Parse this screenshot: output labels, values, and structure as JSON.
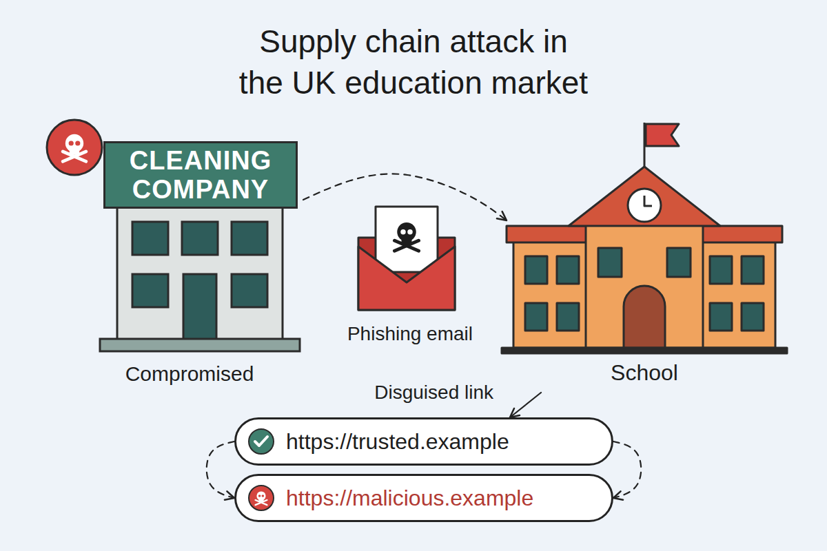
{
  "diagram": {
    "title": "Supply chain attack in the UK education market",
    "nodes": [
      {
        "text": [
          "CLEANING COMPANY",
          "Compromised"
        ]
      },
      {
        "text": [
          "Phishing email"
        ]
      },
      {
        "text": [
          "School"
        ]
      },
      {
        "text": [
          "https://trusted.example"
        ]
      },
      {
        "text": [
          "https://malicious.example"
        ]
      }
    ],
    "edges": [
      {
        "from": 0,
        "to": 2,
        "arrow": "to"
      },
      {
        "from": 2,
        "to": 3,
        "label": "Disguised link",
        "arrow": "to"
      },
      {
        "from": 3,
        "to": 4,
        "arrow": "to"
      },
      {
        "from": 3,
        "to": 4,
        "arrow": "to"
      }
    ]
  }
}
